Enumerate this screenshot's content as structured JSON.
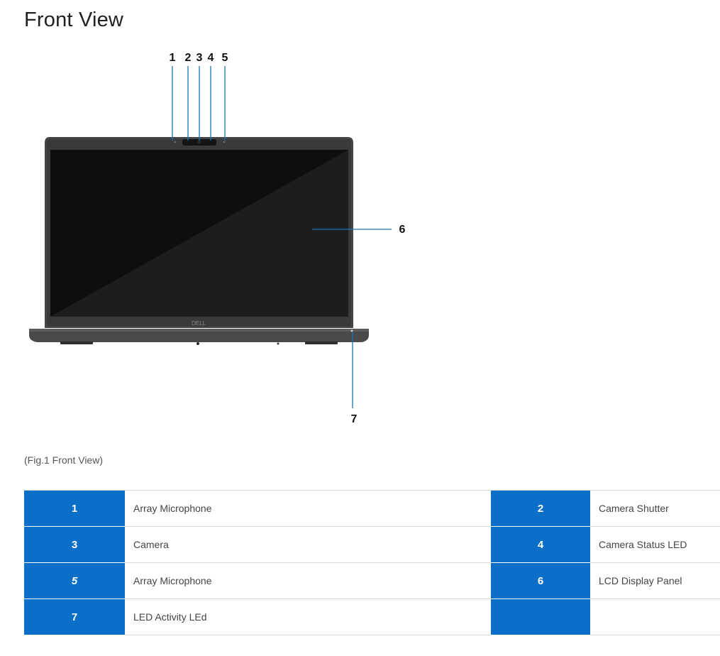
{
  "page": {
    "title": "Front View"
  },
  "figure": {
    "callouts": [
      "1",
      "2",
      "3",
      "4",
      "5",
      "6",
      "7"
    ],
    "logo_text": "DELL",
    "colors": {
      "leader": "#1a73b8",
      "bezel": "#3d3d3d",
      "screen": "#101010",
      "screen_sheen": "#1c1c1c"
    }
  },
  "caption": "(Fig.1 Front View)",
  "legend": {
    "accent_color": "#0b6fc7",
    "rows": [
      {
        "left_num": "1",
        "left_label": "Array Microphone",
        "right_num": "2",
        "right_label": "Camera Shutter"
      },
      {
        "left_num": "3",
        "left_label": "Camera",
        "right_num": "4",
        "right_label": "Camera Status LED"
      },
      {
        "left_num": "5",
        "left_label": "Array Microphone",
        "right_num": "6",
        "right_label": "LCD Display Panel"
      },
      {
        "left_num": "7",
        "left_label": "LED Activity LEd",
        "right_num": "",
        "right_label": ""
      }
    ]
  }
}
